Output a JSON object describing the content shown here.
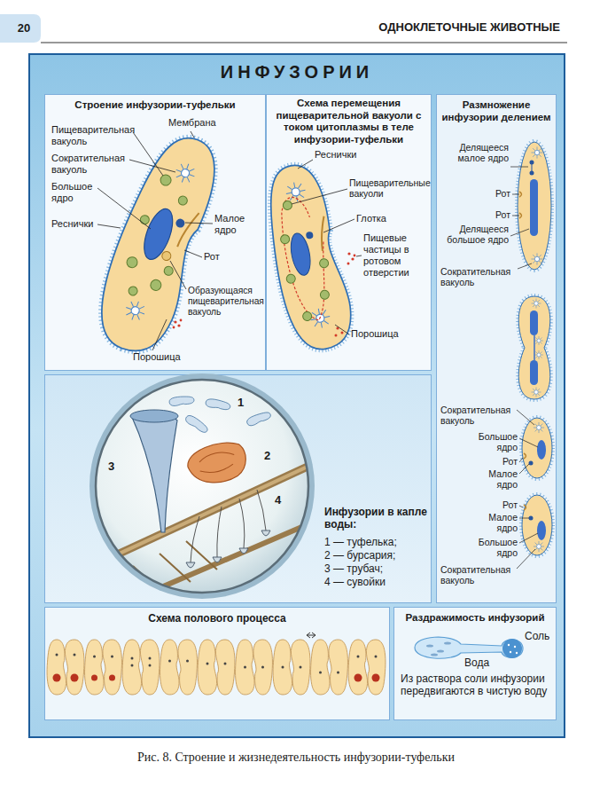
{
  "diagram": {
    "title": "ИНФУЗОРИИ",
    "caption": "Рис. 8. Строение и жизнедеятельность инфузории-туфельки",
    "nodes": [
      {
        "text": [
          "Строение инфузории-туфельки"
        ]
      },
      {
        "text": [
          "Схема перемещения пищеварительной вакуоли с током цитоплазмы в теле инфузории-туфельки"
        ]
      },
      {
        "text": [
          "Размножение инфузории делением"
        ]
      },
      {
        "text": [
          "Инфузории в капле воды:",
          "1 — туфелька;",
          "2 — бурсария;",
          "3 — трубач;",
          "4 — сувойки"
        ]
      },
      {
        "text": [
          "Схема полового процесса"
        ]
      },
      {
        "text": [
          "Раздражимость инфузорий",
          "Из раствора соли инфузории передвигаются в чистую воду"
        ]
      }
    ],
    "labels": [
      "20",
      "ОДНОКЛЕТОЧНЫЕ ЖИВОТНЫЕ",
      "Пищеварительная вакуоль",
      "Мембрана",
      "Сократительная вакуоль",
      "Большое ядро",
      "Реснички",
      "Малое ядро",
      "Рот",
      "Образующаяся пищеварительная вакуоль",
      "Порошица",
      "Реснички",
      "Пищеварительные вакуоли",
      "Глотка",
      "Пищевые частицы в ротовом отверстии",
      "Порошица",
      "Делящееся малое ядро",
      "Рот",
      "Рот",
      "Делящееся большое ядро",
      "Сократительная вакуоль",
      "Сократительная вакуоль",
      "Большое ядро",
      "Рот",
      "Малое ядро",
      "Рот",
      "Малое ядро",
      "Большое ядро",
      "Сократительная вакуоль",
      "1",
      "2",
      "3",
      "4",
      "Соль",
      "Вода"
    ]
  }
}
